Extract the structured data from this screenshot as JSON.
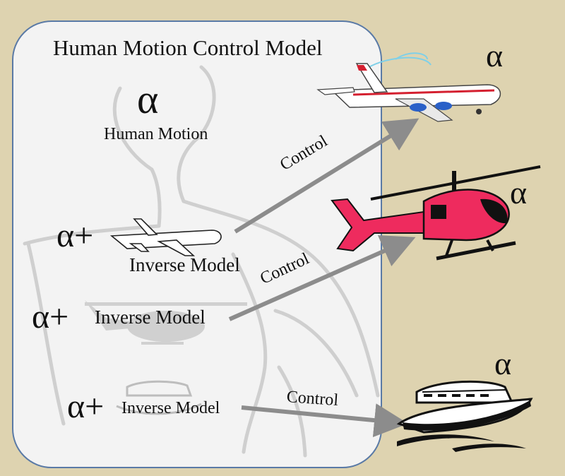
{
  "diagram": {
    "title": "Human Motion Control Model",
    "alpha": "α",
    "human_motion_label": "Human Motion",
    "rows": [
      {
        "prefix": "α+",
        "label": "Inverse Model",
        "arrow_label": "Control"
      },
      {
        "prefix": "α+",
        "label": "Inverse Model",
        "arrow_label": "Control"
      },
      {
        "prefix": "α+",
        "label": "Inverse Model",
        "arrow_label": "Control"
      }
    ],
    "targets": [
      {
        "icon": "airplane-icon",
        "label": "α"
      },
      {
        "icon": "helicopter-icon",
        "label": "α"
      },
      {
        "icon": "boat-icon",
        "label": "α"
      }
    ],
    "colors": {
      "background": "#ded3b0",
      "panel": "#f3f3f3",
      "panel_border": "#5a7aa6",
      "arrow": "#8c8c8c",
      "helicopter": "#ee2b5e"
    }
  }
}
